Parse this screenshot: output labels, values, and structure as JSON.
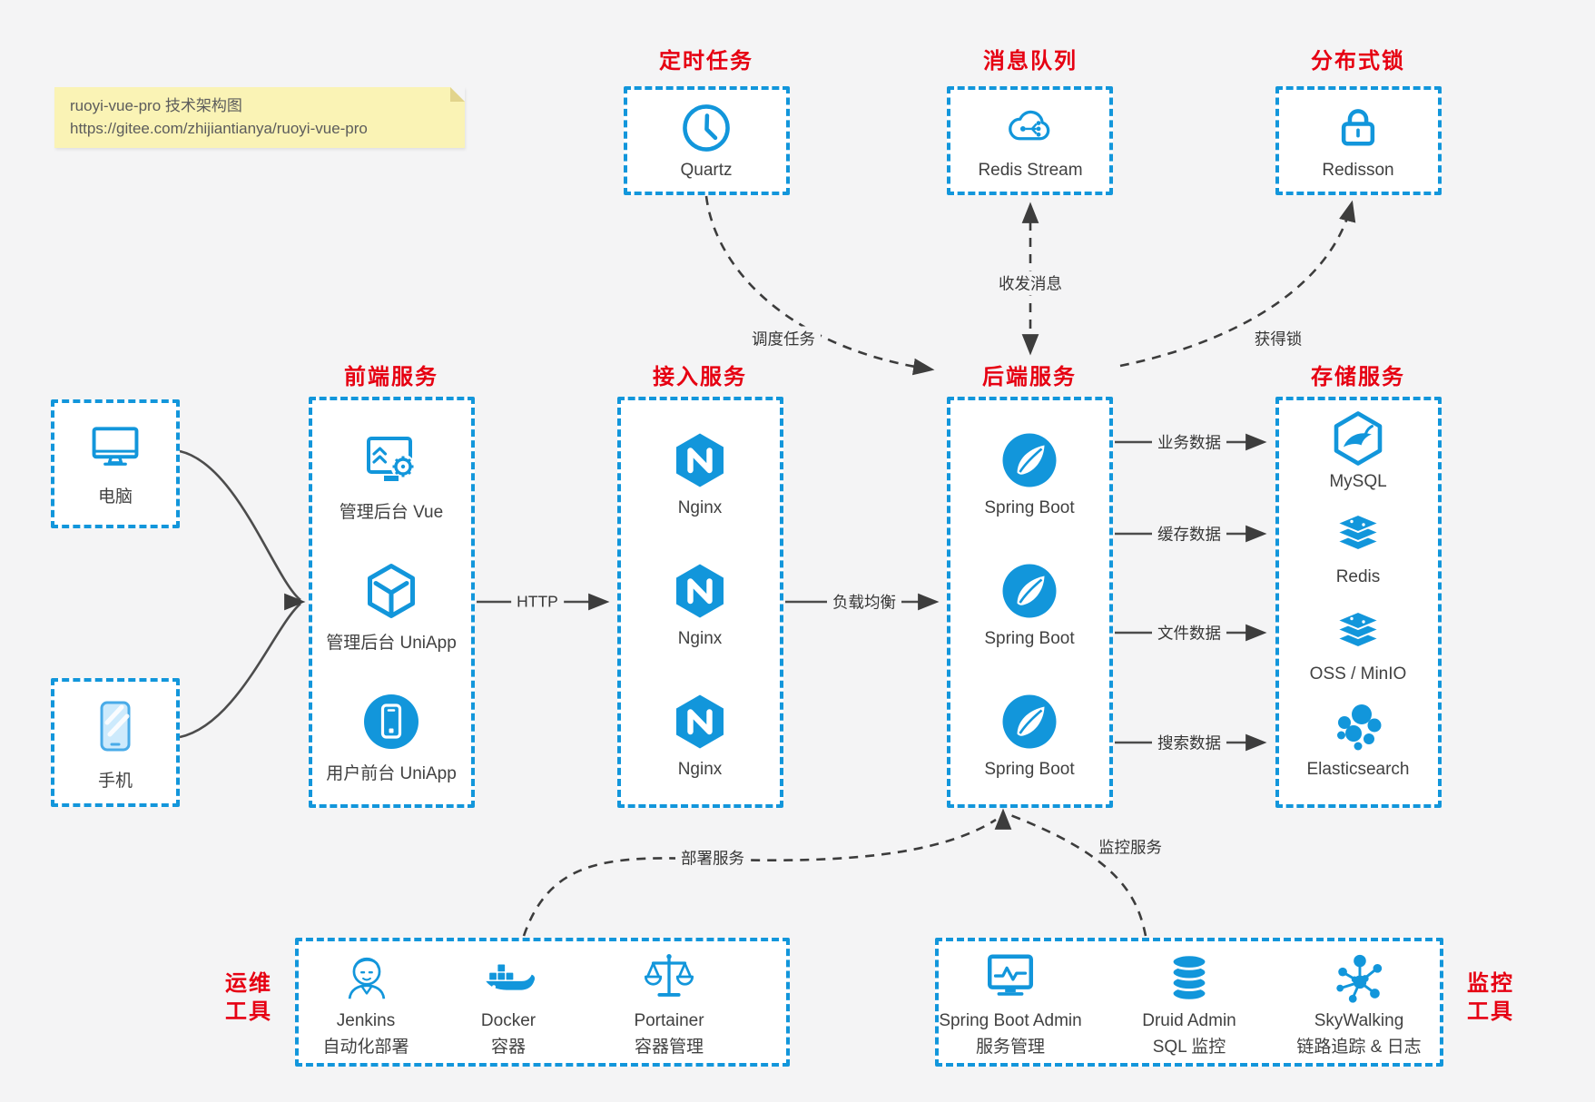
{
  "note": {
    "line1": "ruoyi-vue-pro 技术架构图",
    "line2": "https://gitee.com/zhijiantianya/ruoyi-vue-pro"
  },
  "colors": {
    "accent_blue": "#1296db",
    "accent_red": "#e60012",
    "line_dark": "#3d3d3d",
    "note_bg": "#faf3b5",
    "page_bg": "#f4f4f5"
  },
  "top_groups": [
    {
      "title": "定时任务",
      "icon": "clock-icon",
      "label": "Quartz"
    },
    {
      "title": "消息队列",
      "icon": "cloud-queue-icon",
      "label": "Redis Stream"
    },
    {
      "title": "分布式锁",
      "icon": "lock-icon",
      "label": "Redisson"
    }
  ],
  "clients": [
    {
      "icon": "desktop-icon",
      "label": "电脑"
    },
    {
      "icon": "phone-icon",
      "label": "手机"
    }
  ],
  "columns": [
    {
      "title": "前端服务",
      "items": [
        {
          "icon": "admin-vue-icon",
          "label": "管理后台 Vue"
        },
        {
          "icon": "uniapp-cube-icon",
          "label": "管理后台 UniApp"
        },
        {
          "icon": "user-app-icon",
          "label": "用户前台 UniApp"
        }
      ]
    },
    {
      "title": "接入服务",
      "items": [
        {
          "icon": "nginx-icon",
          "label": "Nginx"
        },
        {
          "icon": "nginx-icon",
          "label": "Nginx"
        },
        {
          "icon": "nginx-icon",
          "label": "Nginx"
        }
      ]
    },
    {
      "title": "后端服务",
      "items": [
        {
          "icon": "spring-boot-icon",
          "label": "Spring Boot"
        },
        {
          "icon": "spring-boot-icon",
          "label": "Spring Boot"
        },
        {
          "icon": "spring-boot-icon",
          "label": "Spring Boot"
        }
      ]
    },
    {
      "title": "存储服务",
      "items": [
        {
          "icon": "mysql-icon",
          "label": "MySQL"
        },
        {
          "icon": "redis-stack-icon",
          "label": "Redis"
        },
        {
          "icon": "oss-stack-icon",
          "label": "OSS / MinIO"
        },
        {
          "icon": "elasticsearch-icon",
          "label": "Elasticsearch"
        }
      ]
    }
  ],
  "edge_labels": {
    "http": "HTTP",
    "load_balance": "负载均衡",
    "schedule_task": "调度任务",
    "send_receive_message": "收发消息",
    "acquire_lock": "获得锁",
    "business_data": "业务数据",
    "cache_data": "缓存数据",
    "file_data": "文件数据",
    "search_data": "搜索数据",
    "deploy_service": "部署服务",
    "monitor_service": "监控服务"
  },
  "bottom_groups": [
    {
      "side_title": [
        "运维",
        "工具"
      ],
      "items": [
        {
          "icon": "jenkins-icon",
          "label": "Jenkins",
          "sublabel": "自动化部署"
        },
        {
          "icon": "docker-icon",
          "label": "Docker",
          "sublabel": "容器"
        },
        {
          "icon": "portainer-icon",
          "label": "Portainer",
          "sublabel": "容器管理"
        }
      ]
    },
    {
      "side_title": [
        "监控",
        "工具"
      ],
      "items": [
        {
          "icon": "springboot-admin-icon",
          "label": "Spring Boot Admin",
          "sublabel": "服务管理"
        },
        {
          "icon": "druid-icon",
          "label": "Druid Admin",
          "sublabel": "SQL 监控"
        },
        {
          "icon": "skywalking-icon",
          "label": "SkyWalking",
          "sublabel": "链路追踪 & 日志"
        }
      ]
    }
  ]
}
